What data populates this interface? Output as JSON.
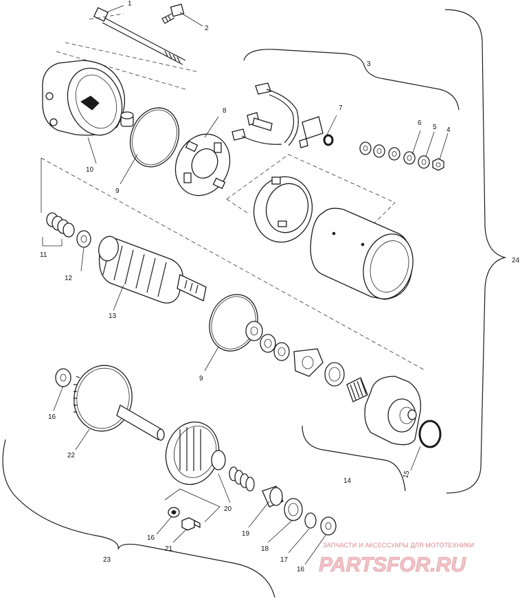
{
  "callouts": {
    "c1": "1",
    "c2": "2",
    "c3": "3",
    "c4": "4",
    "c5": "5",
    "c6": "6",
    "c7": "7",
    "c8": "8",
    "c9a": "9",
    "c9b": "9",
    "c10": "10",
    "c11": "11",
    "c12": "12",
    "c13": "13",
    "c14": "14",
    "c15": "15",
    "c16a": "16",
    "c16b": "16",
    "c16c": "16",
    "c17": "17",
    "c18": "18",
    "c19": "19",
    "c20": "20",
    "c21": "21",
    "c22": "22",
    "c23": "23",
    "c24": "24"
  },
  "watermark": {
    "tagline": "ЗАПЧАСТИ И АКСЕССУАРЫ ДЛЯ МОТОТЕХНИКИ",
    "logo": "PARTSFOR.RU",
    "color": "#e8a3a9"
  }
}
